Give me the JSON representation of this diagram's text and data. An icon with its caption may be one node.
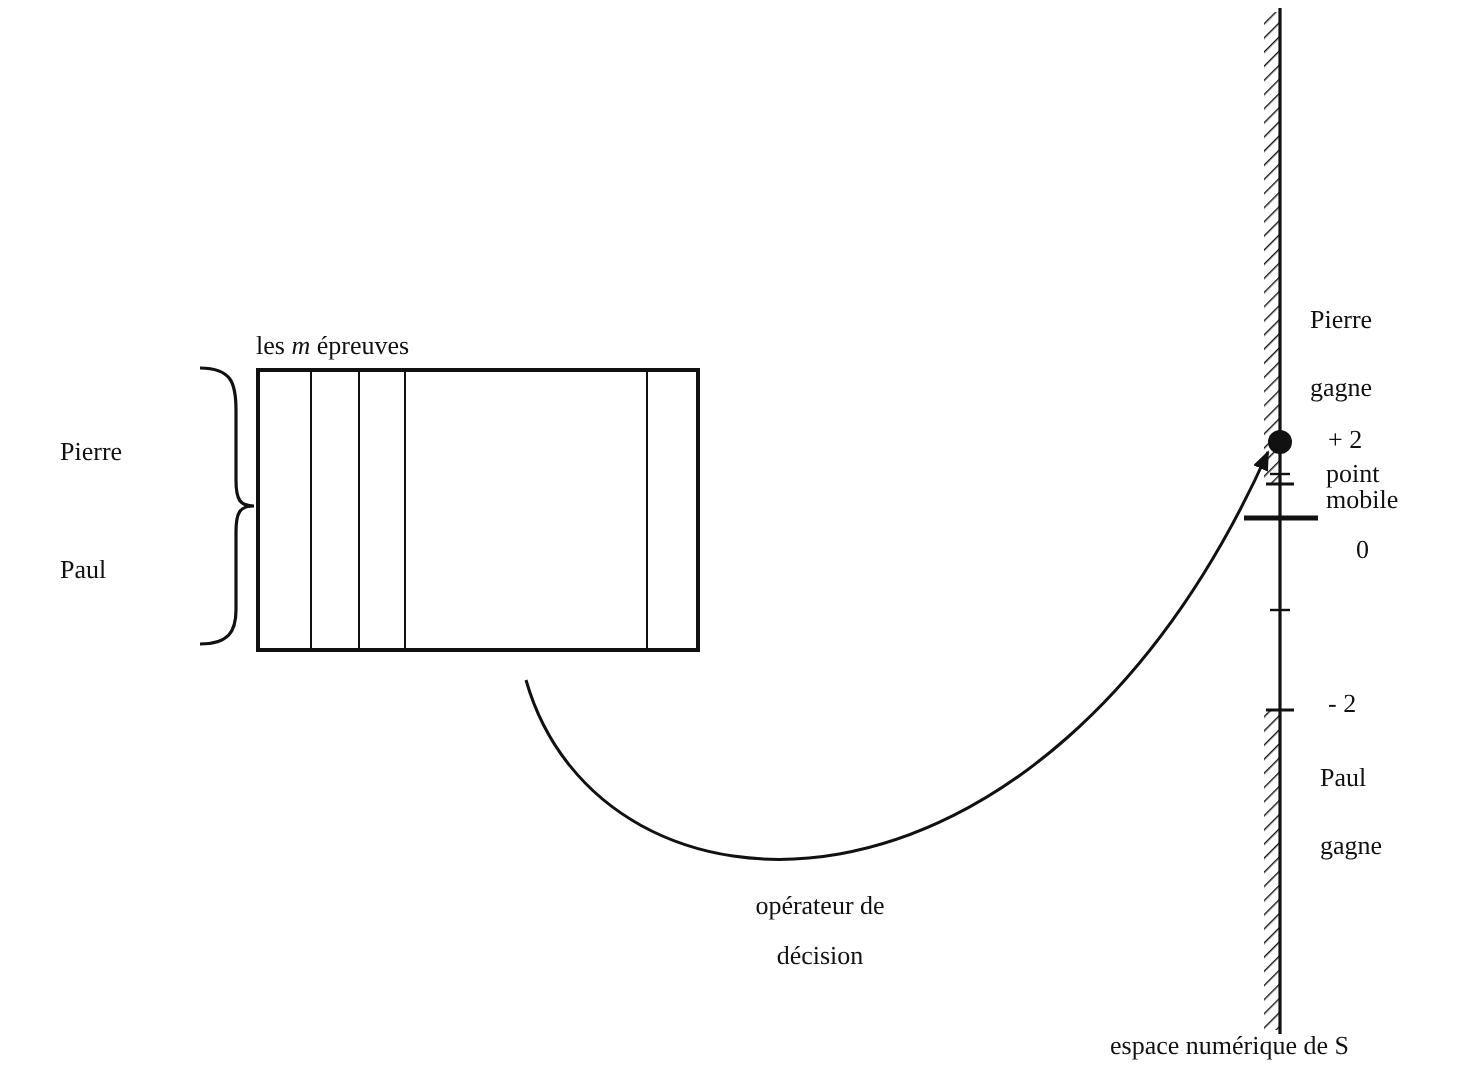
{
  "diagram": {
    "nodes": [
      {
        "text": [
          "les *m* épreuves"
        ]
      },
      {
        "text": [],
        "shape": "circle",
        "beside": [
          "point mobile"
        ]
      }
    ],
    "edges": [
      {
        "from": 0,
        "to": 1,
        "arrow": "to",
        "label": "opérateur de décision"
      }
    ],
    "labels": [
      "Pierre gagne",
      "+ 2",
      "0",
      "Pierre",
      "Paul",
      "- 2",
      "Paul gagne",
      "espace numérique de S"
    ]
  }
}
